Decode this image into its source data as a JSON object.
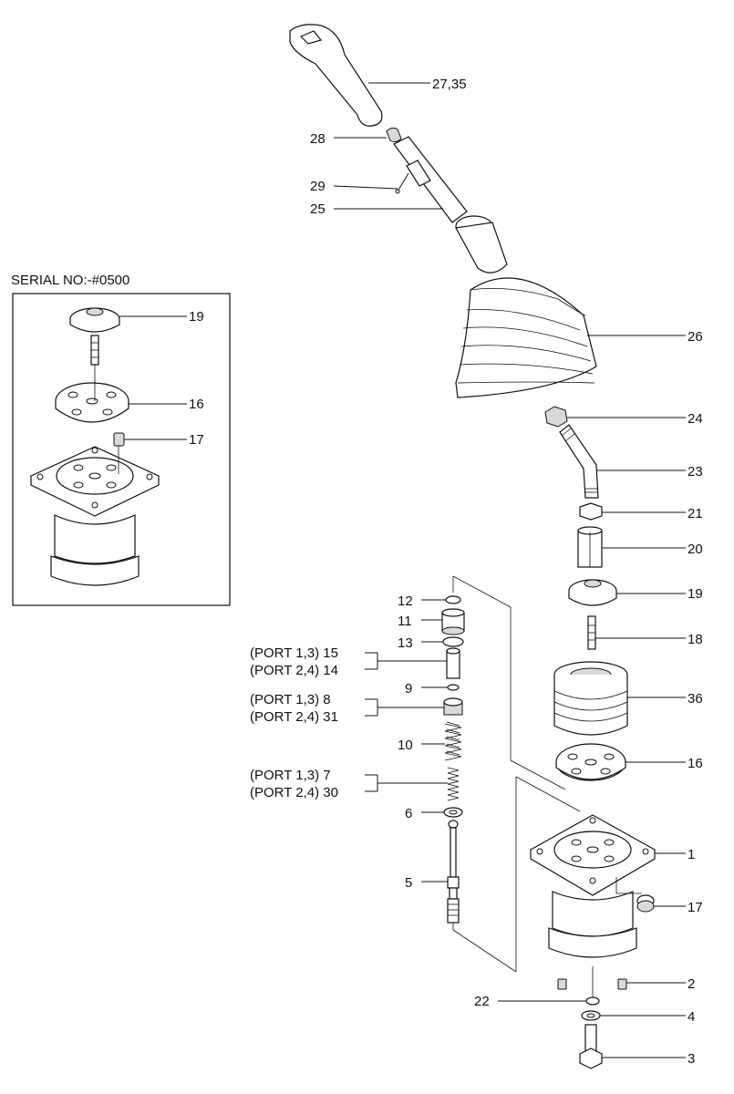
{
  "inset": {
    "title": "SERIAL NO:-#0500",
    "labels": {
      "p19": "19",
      "p16": "16",
      "p17": "17"
    }
  },
  "parts": {
    "p27_35": "27,35",
    "p28": "28",
    "p29": "29",
    "p25": "25",
    "p26": "26",
    "p24": "24",
    "p23": "23",
    "p21": "21",
    "p20": "20",
    "p19": "19",
    "p18": "18",
    "p36": "36",
    "p16": "16",
    "p1": "1",
    "p17": "17",
    "p2": "2",
    "p4": "4",
    "p3": "3",
    "p22": "22",
    "p12": "12",
    "p11": "11",
    "p13": "13",
    "p15": "(PORT 1,3) 15",
    "p14": "(PORT 2,4) 14",
    "p9": "9",
    "p8": "(PORT 1,3) 8",
    "p31": "(PORT 2,4) 31",
    "p10": "10",
    "p7": "(PORT 1,3) 7",
    "p30": "(PORT 2,4) 30",
    "p6": "6",
    "p5": "5"
  }
}
